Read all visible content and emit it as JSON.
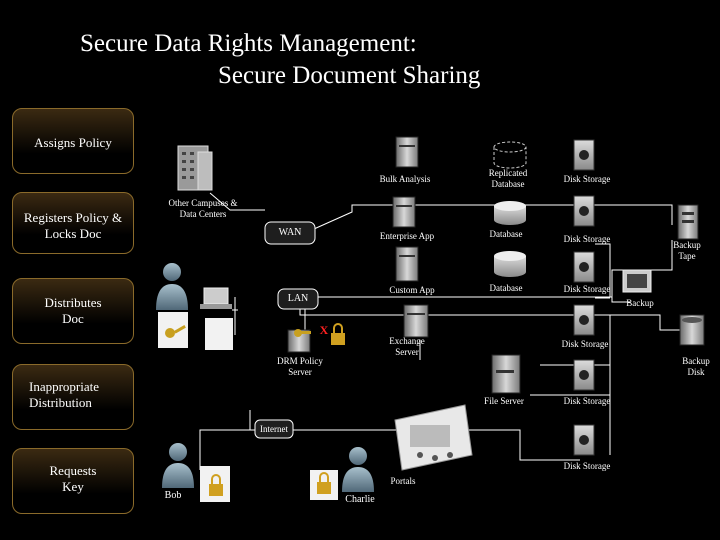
{
  "title": {
    "line1": "Secure Data Rights Management:",
    "line2": "Secure Document Sharing"
  },
  "side_boxes": [
    {
      "label": "Assigns Policy"
    },
    {
      "label": "Registers Policy & Locks Doc"
    },
    {
      "label": "Distributes Doc"
    },
    {
      "label": "Inappropriate Distribution"
    },
    {
      "label": "Requests Key"
    }
  ],
  "network": {
    "wan": "WAN",
    "lan": "LAN",
    "internet": "Internet"
  },
  "labels": {
    "other_campuses": "Other Campuses & Data Centers",
    "bulk_analysis": "Bulk Analysis",
    "replicated_db": "Replicated Database",
    "enterprise_app": "Enterprise App",
    "database1": "Database",
    "custom_app": "Custom App",
    "database2": "Database",
    "exchange_server": "Exchange Server",
    "file_server": "File Server",
    "drm_policy_server": "DRM Policy Server",
    "disk_storage": "Disk Storage",
    "backup_tape": "Backup Tape",
    "backup": "Backup",
    "backup_disk": "Backup Disk",
    "portals": "Portals",
    "bob": "Bob",
    "charlie": "Charlie",
    "x_mark": "X"
  },
  "colors": {
    "background": "#000000",
    "box_border": "#8a6a2a",
    "line": "#ffffff",
    "key": "#c8a020",
    "x_mark": "#ff2020"
  }
}
